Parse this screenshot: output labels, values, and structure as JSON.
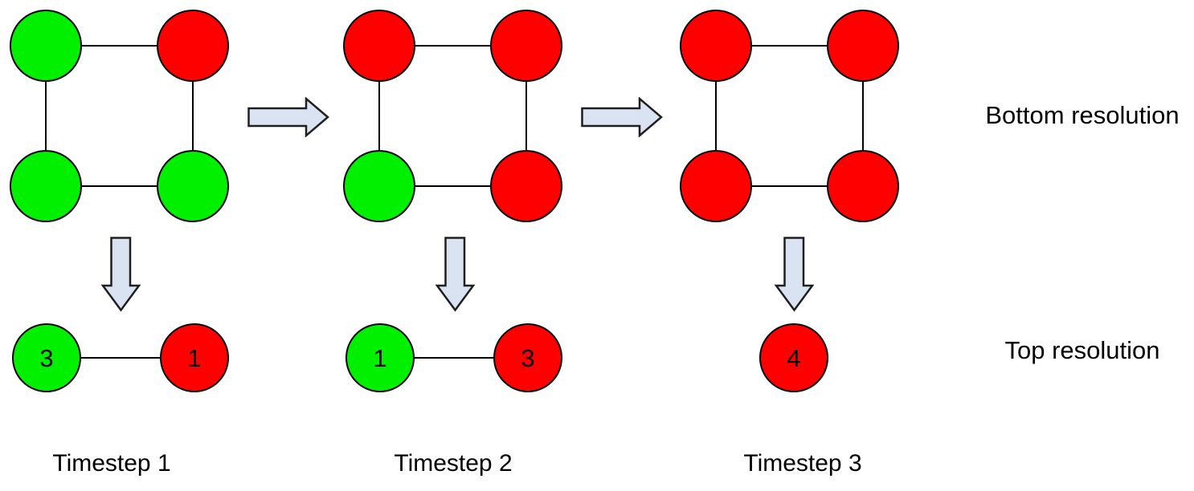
{
  "colors": {
    "green": "#00f000",
    "red": "#ff0000",
    "arrow_fill": "#dae3f1",
    "arrow_stroke": "#1f1f1f",
    "edge": "#000000",
    "node_border": "#000000",
    "text": "#000000"
  },
  "labels": {
    "bottom_resolution": "Bottom resolution",
    "top_resolution": "Top resolution"
  },
  "timesteps": [
    {
      "label": "Timestep 1",
      "bottom_nodes": [
        {
          "position": "top-left",
          "color": "green"
        },
        {
          "position": "top-right",
          "color": "red"
        },
        {
          "position": "bottom-left",
          "color": "green"
        },
        {
          "position": "bottom-right",
          "color": "green"
        }
      ],
      "top_nodes": [
        {
          "color": "green",
          "value": "3"
        },
        {
          "color": "red",
          "value": "1"
        }
      ]
    },
    {
      "label": "Timestep 2",
      "bottom_nodes": [
        {
          "position": "top-left",
          "color": "red"
        },
        {
          "position": "top-right",
          "color": "red"
        },
        {
          "position": "bottom-left",
          "color": "green"
        },
        {
          "position": "bottom-right",
          "color": "red"
        }
      ],
      "top_nodes": [
        {
          "color": "green",
          "value": "1"
        },
        {
          "color": "red",
          "value": "3"
        }
      ]
    },
    {
      "label": "Timestep 3",
      "bottom_nodes": [
        {
          "position": "top-left",
          "color": "red"
        },
        {
          "position": "top-right",
          "color": "red"
        },
        {
          "position": "bottom-left",
          "color": "red"
        },
        {
          "position": "bottom-right",
          "color": "red"
        }
      ],
      "top_nodes": [
        {
          "color": "red",
          "value": "4"
        }
      ]
    }
  ]
}
